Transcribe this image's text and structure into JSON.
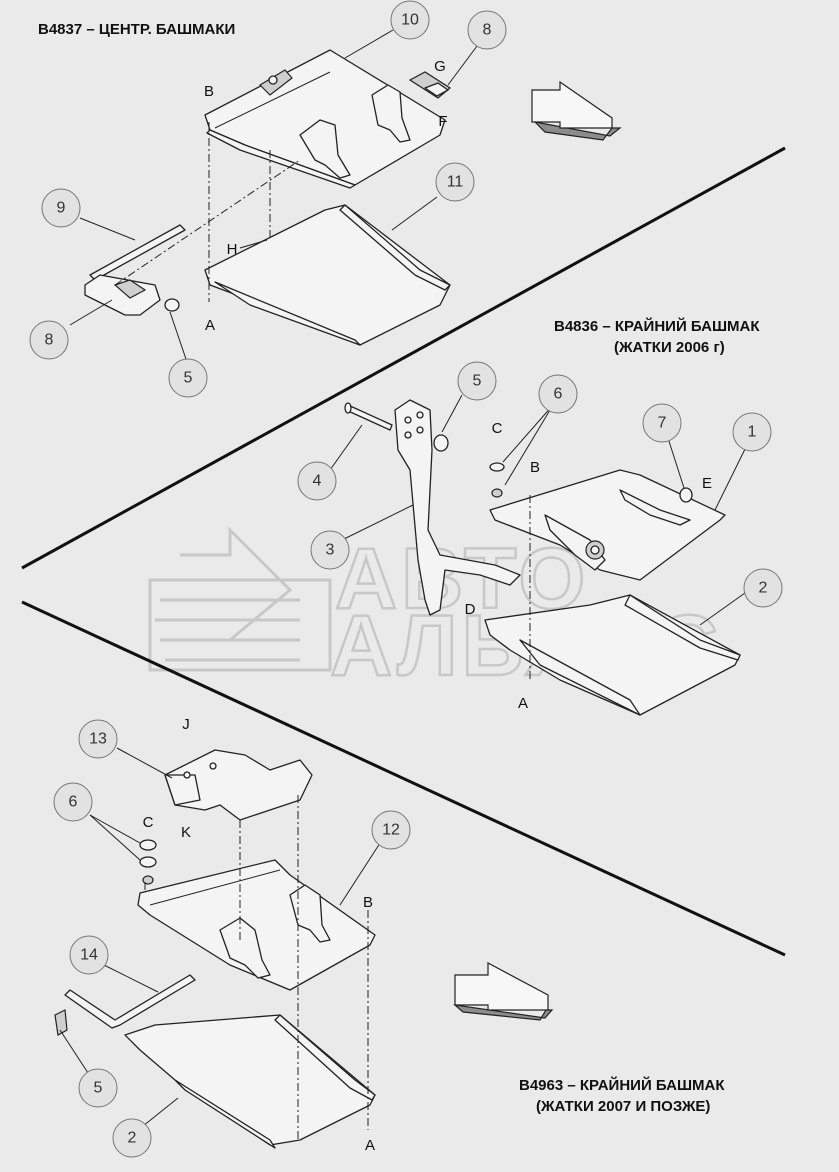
{
  "titles": {
    "b4837": "B4837 – ЦЕНТР. БАШМАКИ",
    "b4836_line1": "B4836 – КРАЙНИЙ БАШМАК",
    "b4836_line2": "(ЖАТКИ 2006 г)",
    "b4963_line1": "B4963 – КРАЙНИЙ БАШМАК",
    "b4963_line2": "(ЖАТКИ 2007 И ПОЗЖЕ)"
  },
  "watermark": {
    "line1": "АВТО",
    "line2": "АЛЬЯНС"
  },
  "callouts": {
    "c10": "10",
    "c8a": "8",
    "c9": "9",
    "c11": "11",
    "c8b": "8",
    "c5a": "5",
    "c5b": "5",
    "c6a": "6",
    "c7": "7",
    "c1": "1",
    "c4": "4",
    "c3": "3",
    "c2a": "2",
    "c13": "13",
    "c12": "12",
    "c6b": "6",
    "c14": "14",
    "c5c": "5",
    "c2b": "2"
  },
  "letters": {
    "b1": "B",
    "g1": "G",
    "f1": "F",
    "h1": "H",
    "a1": "A",
    "c2": "C",
    "b2": "B",
    "e2": "E",
    "d2": "D",
    "a2": "A",
    "j3": "J",
    "k3": "K",
    "c3": "C",
    "b3": "B",
    "a3": "A"
  },
  "colors": {
    "background": "#eaeaea",
    "line": "#222222",
    "watermark": "#c8c8c8",
    "arrow_side": "#8c8c8c"
  }
}
